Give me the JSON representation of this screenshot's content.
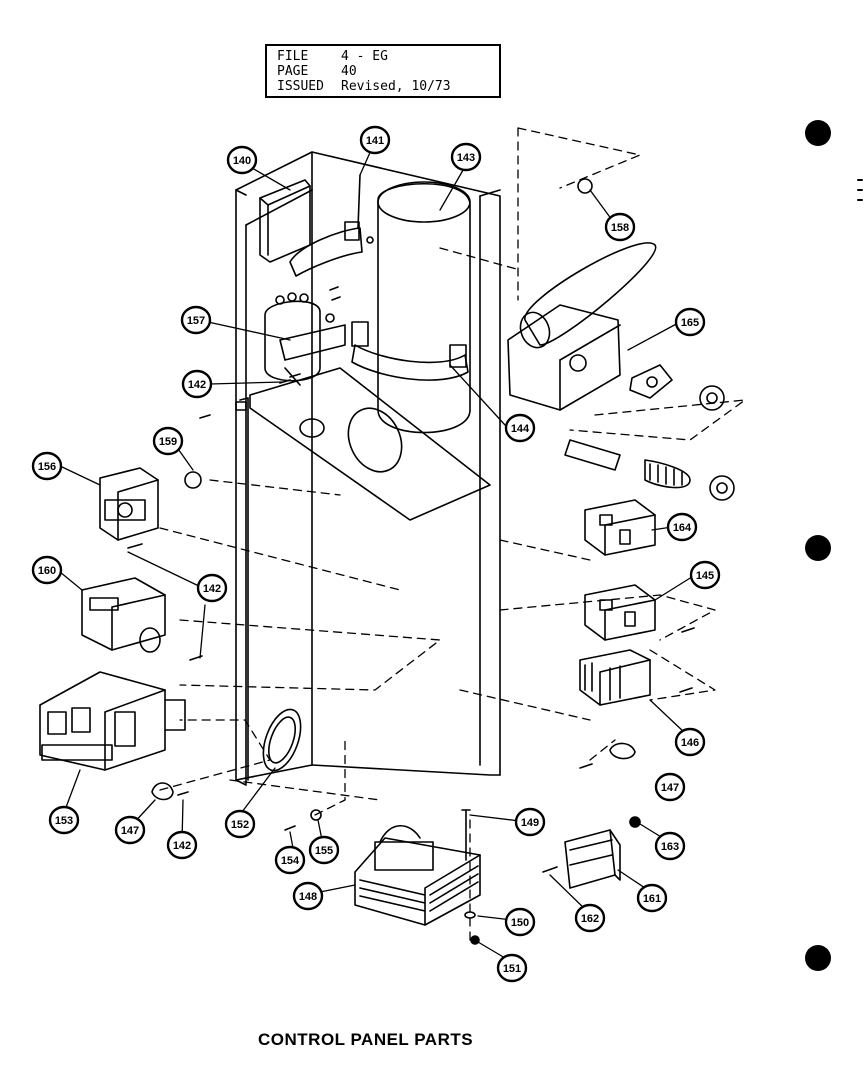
{
  "header": {
    "file_label": "FILE",
    "file_value": "4 - EG",
    "page_label": "PAGE",
    "page_value": "40",
    "issued_label": "ISSUED",
    "issued_value": "Revised, 10/73"
  },
  "title": "CONTROL PANEL PARTS",
  "callouts": [
    {
      "id": "c140a",
      "label": "140"
    },
    {
      "id": "c141",
      "label": "141"
    },
    {
      "id": "c143",
      "label": "143"
    },
    {
      "id": "c158",
      "label": "158"
    },
    {
      "id": "c165",
      "label": "165"
    },
    {
      "id": "c157",
      "label": "157"
    },
    {
      "id": "c142a",
      "label": "142"
    },
    {
      "id": "c144",
      "label": "144"
    },
    {
      "id": "c159",
      "label": "159"
    },
    {
      "id": "c156",
      "label": "156"
    },
    {
      "id": "c164",
      "label": "164"
    },
    {
      "id": "c160",
      "label": "160"
    },
    {
      "id": "c142b",
      "label": "142"
    },
    {
      "id": "c145",
      "label": "145"
    },
    {
      "id": "c146a",
      "label": "146"
    },
    {
      "id": "c153",
      "label": "153"
    },
    {
      "id": "c147a",
      "label": "147"
    },
    {
      "id": "c147b",
      "label": "147"
    },
    {
      "id": "c142c",
      "label": "142"
    },
    {
      "id": "c152",
      "label": "152"
    },
    {
      "id": "c154",
      "label": "154"
    },
    {
      "id": "c155",
      "label": "155"
    },
    {
      "id": "c149",
      "label": "149"
    },
    {
      "id": "c163",
      "label": "163"
    },
    {
      "id": "c148",
      "label": "148"
    },
    {
      "id": "c162",
      "label": "162"
    },
    {
      "id": "c161",
      "label": "161"
    },
    {
      "id": "c150",
      "label": "150"
    },
    {
      "id": "c151",
      "label": "151"
    }
  ]
}
